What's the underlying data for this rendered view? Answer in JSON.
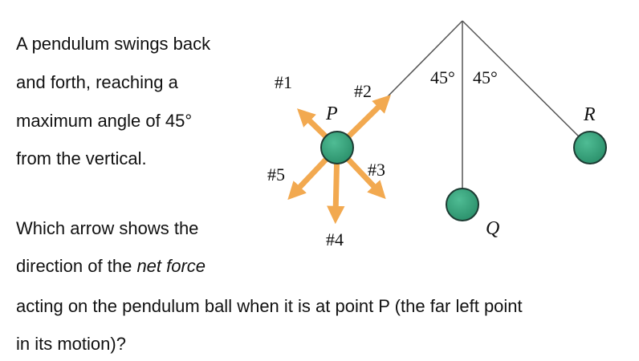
{
  "question": {
    "intro_lines": [
      "A pendulum swings back",
      "and forth, reaching a",
      "maximum angle of 45°",
      "from the vertical."
    ],
    "ask_line_1": "Which arrow shows the",
    "ask_line_2_before": "direction of the ",
    "ask_line_2_emph": "net force",
    "ask_line_3": "acting on the pendulum ball when it is at point P (the far left point",
    "ask_line_4": "in its motion)?"
  },
  "diagram": {
    "angle_left": "45°",
    "angle_right": "45°",
    "points": {
      "p": "P",
      "q": "Q",
      "r": "R"
    },
    "arrows": [
      "#1",
      "#2",
      "#3",
      "#4",
      "#5"
    ],
    "colors": {
      "ball": "#2e9a74",
      "ball_stroke": "#1d3b33",
      "arrow": "#f2a950",
      "string": "#555555"
    }
  }
}
